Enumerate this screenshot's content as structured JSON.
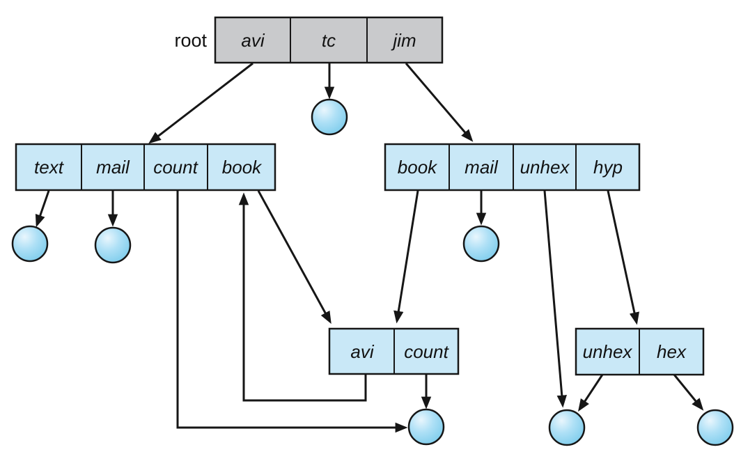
{
  "figure": {
    "root_label": "root",
    "root_directory": {
      "entries": [
        "avi",
        "tc",
        "jim"
      ]
    },
    "avi_directory": {
      "entries": [
        "text",
        "mail",
        "count",
        "book"
      ]
    },
    "jim_directory": {
      "entries": [
        "book",
        "mail",
        "unhex",
        "hyp"
      ]
    },
    "book_subdirectory": {
      "entries": [
        "avi",
        "count"
      ]
    },
    "hyp_subdirectory": {
      "entries": [
        "unhex",
        "hex"
      ]
    },
    "edges": [
      {
        "from": "root_directory.avi",
        "to": "avi_directory"
      },
      {
        "from": "root_directory.tc",
        "to": "file-tc"
      },
      {
        "from": "root_directory.jim",
        "to": "jim_directory"
      },
      {
        "from": "avi_directory.text",
        "to": "file-text"
      },
      {
        "from": "avi_directory.mail",
        "to": "file-mail-left"
      },
      {
        "from": "avi_directory.count",
        "to": "file-shared-count"
      },
      {
        "from": "avi_directory.book",
        "to": "book_subdirectory"
      },
      {
        "from": "book_subdirectory.avi",
        "to": "avi_directory.book"
      },
      {
        "from": "book_subdirectory.count",
        "to": "file-shared-count"
      },
      {
        "from": "jim_directory.book",
        "to": "book_subdirectory"
      },
      {
        "from": "jim_directory.mail",
        "to": "file-mail-right"
      },
      {
        "from": "jim_directory.unhex",
        "to": "file-shared-unhex"
      },
      {
        "from": "jim_directory.hyp",
        "to": "hyp_subdirectory"
      },
      {
        "from": "hyp_subdirectory.unhex",
        "to": "file-shared-unhex"
      },
      {
        "from": "hyp_subdirectory.hex",
        "to": "file-hex"
      }
    ]
  },
  "colors": {
    "root_directory_fill": "#c9cacc",
    "directory_fill": "#c9e8f7",
    "line": "#161616",
    "file_gradient_inner": "#e9f6fd",
    "file_gradient_mid": "#aee0f6",
    "file_gradient_outer": "#7acbeb"
  }
}
